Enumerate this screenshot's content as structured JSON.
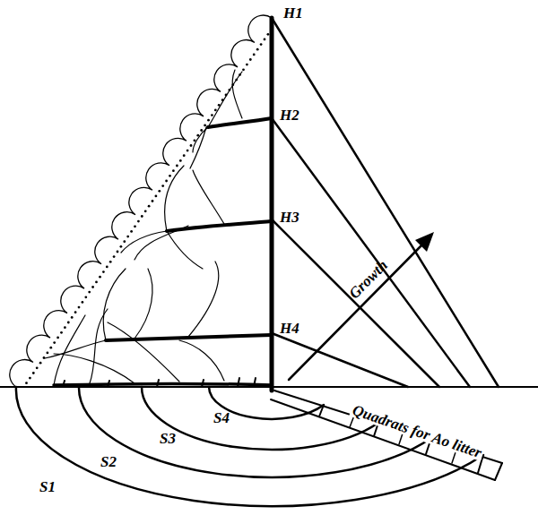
{
  "diagram": {
    "labels": [
      "H1",
      "H2",
      "H3",
      "H4",
      "Growth",
      "S4",
      "S3",
      "S2",
      "S1",
      "Quadrats for Ao litter"
    ]
  }
}
